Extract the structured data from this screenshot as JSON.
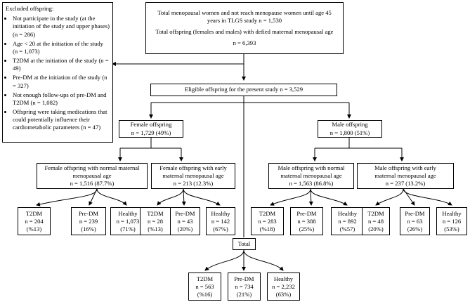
{
  "exclusion": {
    "title": "Excluded offspring:",
    "items": [
      "Not participate in the study (at the initiation of the study and upper phases) (n = 286)",
      "Age < 20 at the initiation of the study (n = 1,073)",
      "T2DM at the initiation of the study (n = 49)",
      "Pre-DM at the initiation of the study (n = 327)",
      "Not enough follow-ups of pre-DM and T2DM (n = 1,082)",
      "Offspring were taking medications that could potentially influence their cardiometabolic parameters (n = 47)"
    ]
  },
  "top": {
    "line1": "Total menopausal women and not reach menopause women until age 45",
    "line2": "years in TLGS study n = 1,530",
    "line3": "Total offspring (females and males) with defied maternal menopausal age",
    "line4": "n = 6,393"
  },
  "eligible": {
    "label": "Eligible offspring for the present study n = 3,529"
  },
  "female": {
    "line1": "Female offspring",
    "line2": "n = 1,729 (49%)"
  },
  "male": {
    "line1": "Male offspring",
    "line2": "n = 1,800 (51%)"
  },
  "female_normal": {
    "line1": "Female offspring with normal maternal",
    "line2": "menopausal age",
    "line3": "n = 1,516 (87.7%)"
  },
  "female_early": {
    "line1": "Female offspring with early",
    "line2": "maternal menopausal age",
    "line3": "n = 213 (12.3%)"
  },
  "male_normal": {
    "line1": "Male offspring with normal",
    "line2": "maternal menopausal age",
    "line3": "n = 1,563 (86.8%)"
  },
  "male_early": {
    "line1": "Male offspring with early",
    "line2": "maternal menopausal age",
    "line3": "n = 237 (13.2%)"
  },
  "leaves": {
    "fn_t2dm": [
      "T2DM",
      "n = 204",
      "(%13)"
    ],
    "fn_predm": [
      "Pre-DM",
      "n = 239",
      "(16%)"
    ],
    "fn_health": [
      "Healthy",
      "n = 1,073",
      "(71%)"
    ],
    "fe_t2dm": [
      "T2DM",
      "n = 28",
      "(%13)"
    ],
    "fe_predm": [
      "Pre-DM",
      "n = 43",
      "(20%)"
    ],
    "fe_health": [
      "Healthy",
      "n = 142",
      "(67%)"
    ],
    "mn_t2dm": [
      "T2DM",
      "n = 283",
      "(%18)"
    ],
    "mn_predm": [
      "Pre-DM",
      "n = 388",
      "(25%)"
    ],
    "mn_health": [
      "Healthy",
      "n = 892",
      "(%57)"
    ],
    "me_t2dm": [
      "T2DM",
      "n = 48",
      "(20%)"
    ],
    "me_predm": [
      "Pre-DM",
      "n = 63",
      "(26%)"
    ],
    "me_health": [
      "Healthy",
      "n = 126",
      "(53%)"
    ],
    "tot_t2dm": [
      "T2DM",
      "n = 563",
      "(%16)"
    ],
    "tot_predm": [
      "Pre-DM",
      "n = 734",
      "(21%)"
    ],
    "tot_health": [
      "Healthy",
      "n = 2,232",
      "(63%)"
    ]
  },
  "total": {
    "label": "Total"
  }
}
